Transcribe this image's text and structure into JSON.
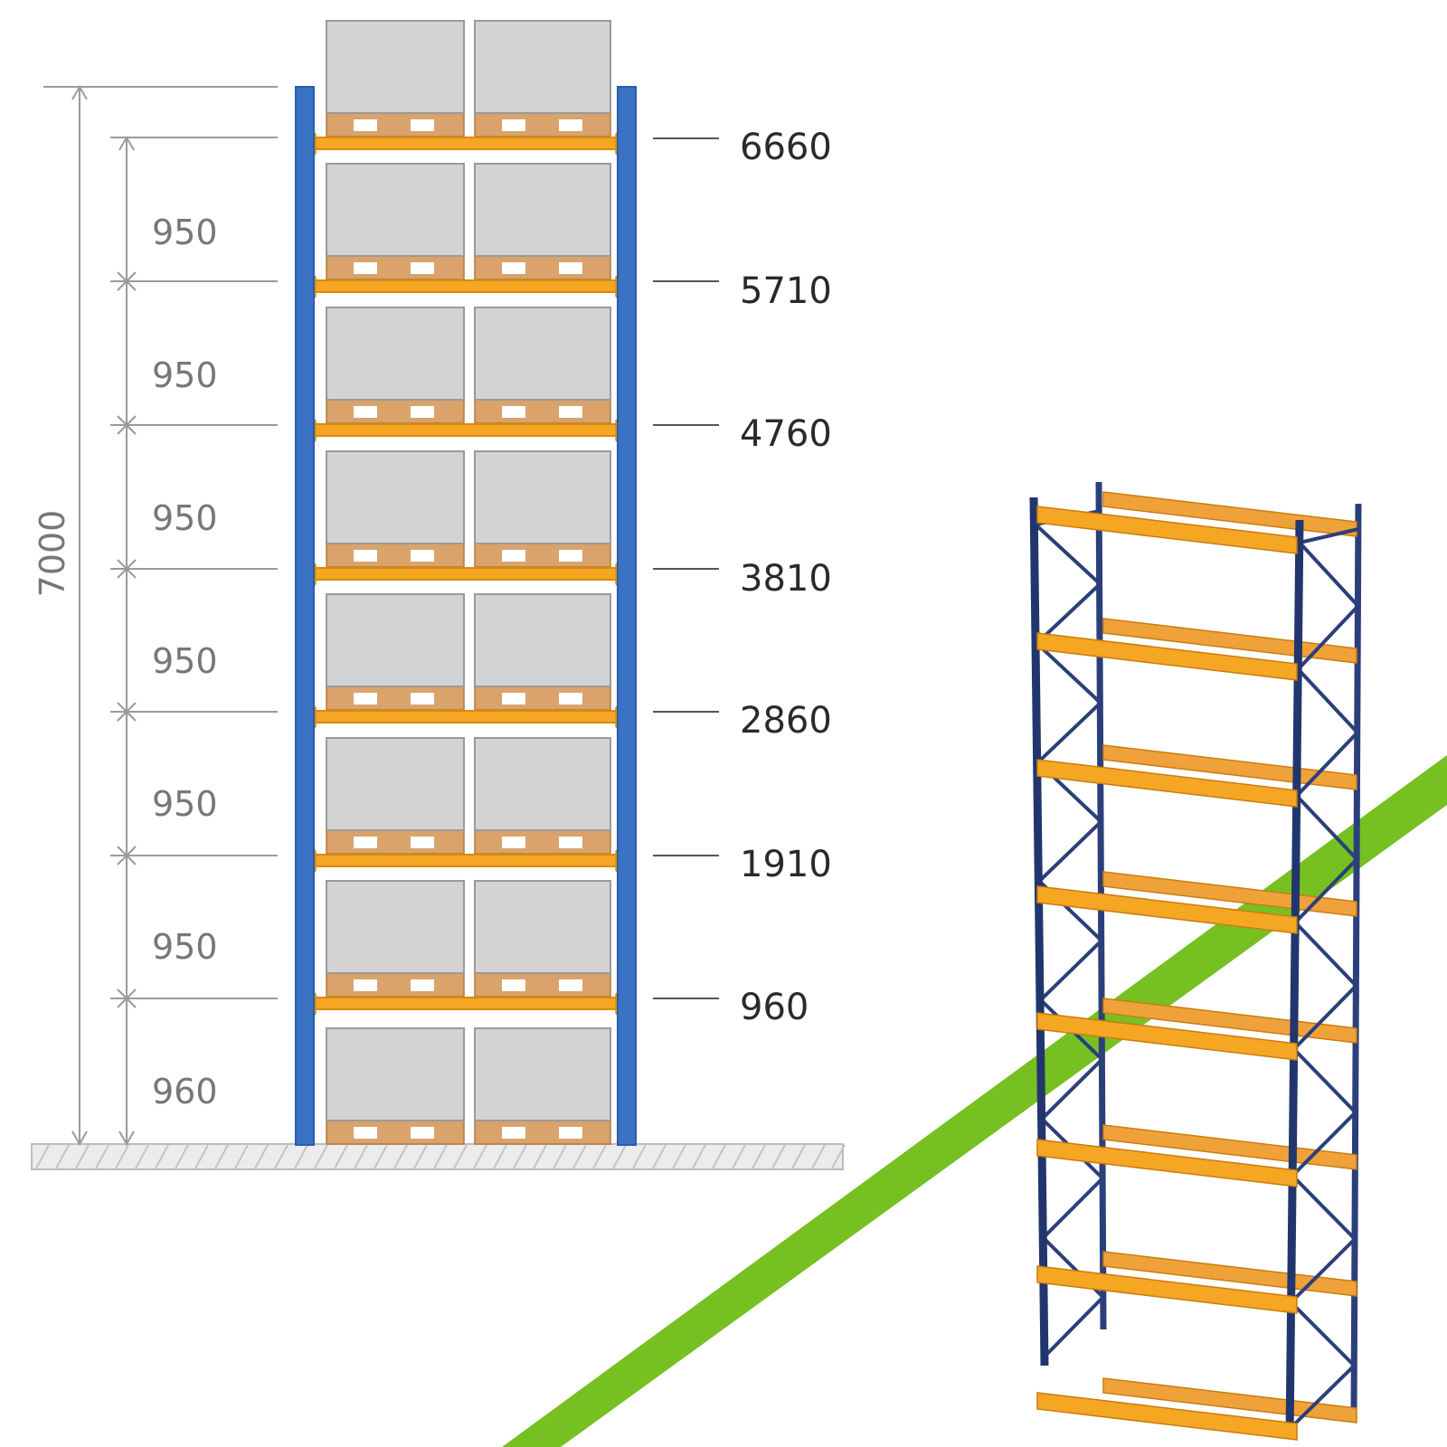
{
  "drawing": {
    "total_height_label": "7000",
    "level_labels": [
      "6660",
      "5710",
      "4760",
      "3810",
      "2860",
      "1910",
      "960"
    ],
    "spacing_labels": [
      "950",
      "950",
      "950",
      "950",
      "950",
      "950",
      "960"
    ]
  },
  "colors": {
    "upright_blue": "#3a73c4",
    "beam_orange": "#f5a623",
    "box_gray": "#d3d3d3",
    "pallet_brown": "#d9a36b",
    "frame_navy": "#2b3f7a",
    "accent_green": "#76c022",
    "dimension_gray": "#9a9a9a"
  }
}
